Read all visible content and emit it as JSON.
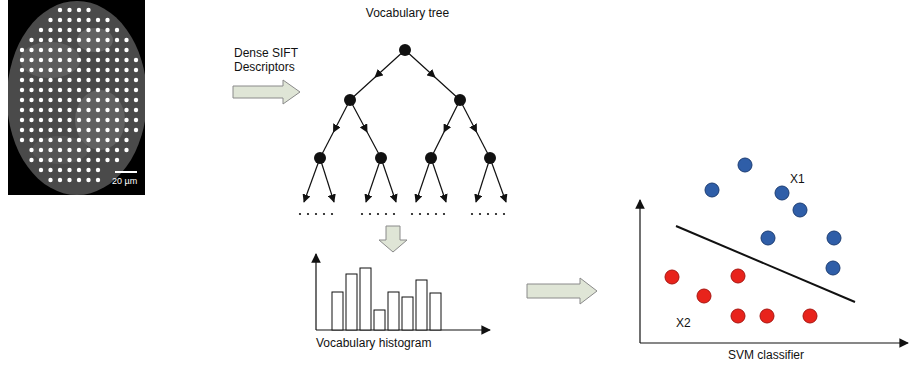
{
  "diagram": {
    "labels": [
      "Vocabulary tree",
      "Dense SIFT Descriptors",
      "20 µm",
      "Vocabulary histogram",
      "X1",
      "X2",
      "SVM classifier"
    ]
  }
}
